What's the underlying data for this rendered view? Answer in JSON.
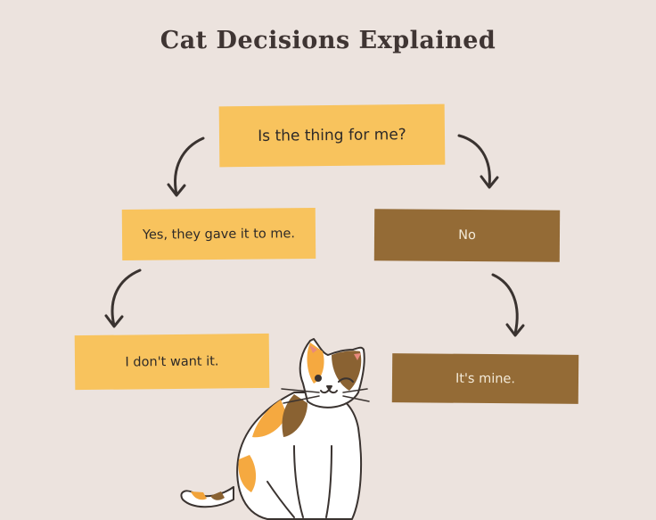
{
  "title": "Cat Decisions Explained",
  "nodes": {
    "question": "Is the thing for me?",
    "yes": "Yes, they gave it to me.",
    "no": "No",
    "dont_want": "I don't want it.",
    "mine": "It's mine."
  },
  "colors": {
    "background": "#ece3de",
    "yellow_box": "#f8c35d",
    "brown_box": "#946b36",
    "title_text": "#3f3533",
    "arrow": "#3a3330"
  },
  "edges": [
    {
      "from": "question",
      "to": "yes"
    },
    {
      "from": "question",
      "to": "no"
    },
    {
      "from": "yes",
      "to": "dont_want"
    },
    {
      "from": "no",
      "to": "mine"
    }
  ],
  "illustration": "calico-cat"
}
